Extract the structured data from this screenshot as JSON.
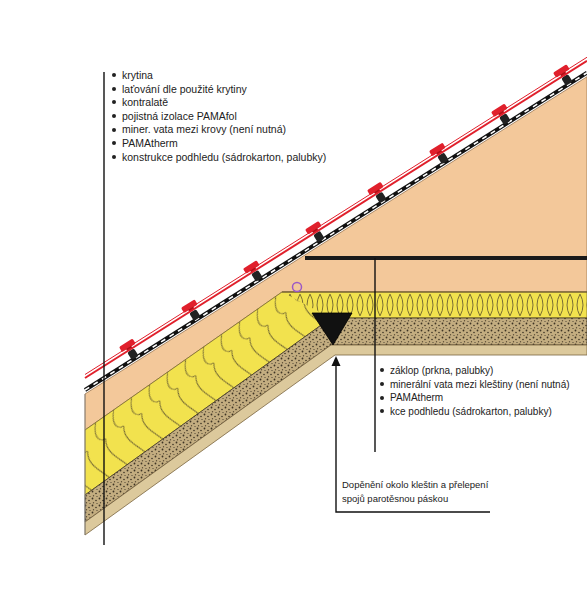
{
  "diagram": {
    "labels": [
      "krytina",
      "laťování dle použité krytiny",
      "kontralatě",
      "pojistná izolace PAMAfol",
      "miner. vata mezi krovy (není nutná)",
      "PAMAtherm",
      "konstrukce podhledu (sádrokarton, palubky)",
      "záklop (prkna, palubky)",
      "minerální vata mezi kleštiny (není nutná)",
      "PAMAtherm",
      "kce podhledu (sádrokarton, palubky)",
      "Dopěnění okolo kleštin a přelepení spojů parotěsnou páskou"
    ]
  }
}
